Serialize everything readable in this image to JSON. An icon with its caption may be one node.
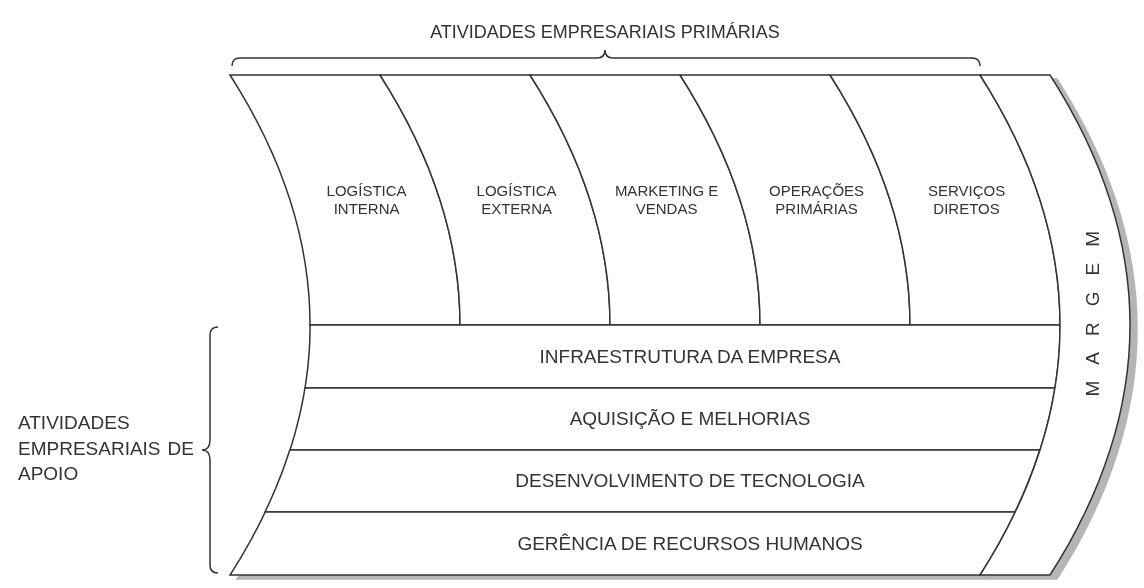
{
  "diagram": {
    "nodes": [
      {
        "text": [
          "LOGÍSTICA INTERNA"
        ]
      },
      {
        "text": [
          "LOGÍSTICA EXTERNA"
        ]
      },
      {
        "text": [
          "MARKETING E VENDAS"
        ]
      },
      {
        "text": [
          "OPERAÇÕES PRIMÁRIAS"
        ]
      },
      {
        "text": [
          "SERVIÇOS DIRETOS"
        ]
      },
      {
        "text": [
          "INFRAESTRUTURA DA EMPRESA"
        ]
      },
      {
        "text": [
          "AQUISIÇÃO E MELHORIAS"
        ]
      },
      {
        "text": [
          "DESENVOLVIMENTO DE TECNOLOGIA"
        ]
      },
      {
        "text": [
          "GERÊNCIA DE RECURSOS HUMANOS"
        ]
      },
      {
        "text": [
          "MARGEM"
        ]
      }
    ],
    "labels": [
      "ATIVIDADES EMPRESARIAIS PRIMÁRIAS",
      "ATIVIDADES EMPRESARIAIS DE APOIO"
    ]
  }
}
